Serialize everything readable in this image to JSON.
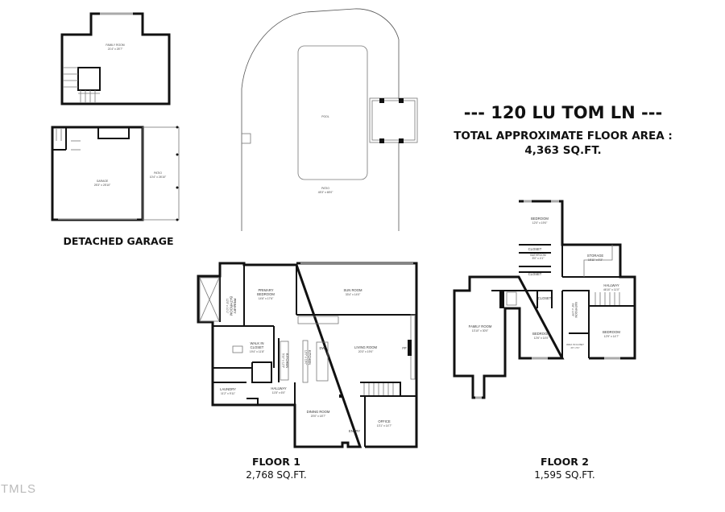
{
  "header": {
    "address": "--- 120 LU TOM LN ---",
    "total_label": "TOTAL APPROXIMATE FLOOR AREA :",
    "total_area": "4,363 SQ.FT."
  },
  "detached_garage": {
    "title": "DETACHED GARAGE",
    "family_room": {
      "name": "FAMILY ROOM",
      "dims": "21'4\" x 25'7\""
    },
    "garage": {
      "name": "GARAGE",
      "dims": "25'3\" x 25'10\""
    },
    "patio": {
      "name": "PATIO",
      "dims": "10'4\" x 26'10\""
    }
  },
  "pool_area": {
    "pool": {
      "name": "POOL"
    },
    "patio": {
      "name": "PATIO",
      "dims": "45'3\" x 65'0\""
    }
  },
  "floor1": {
    "title": "FLOOR 1",
    "area": "2,768 SQ.FT.",
    "primary_bedroom": {
      "name1": "PRIMARY",
      "name2": "BEDROOM",
      "dims": "14'6\" x 17'6\""
    },
    "sun_room": {
      "name": "SUN ROOM",
      "dims": "33'4\" x 14'0\""
    },
    "primary_bathroom": {
      "name1": "PRIMARY",
      "name2": "BATHROOM",
      "dims": "12'5\" x 10'1\""
    },
    "walk_in_closet": {
      "name1": "WALK IN",
      "name2": "CLOSET",
      "dims": "19'4\" x 11'8\""
    },
    "kitchen_small": {
      "name": "KITCHEN",
      "dims": "5'10\" x 11'5\""
    },
    "kitchen": {
      "name": "KITCHEN",
      "dims": "12'0\" x 19'0\""
    },
    "dw": "DW",
    "living_room": {
      "name": "LIVING ROOM",
      "dims": "20'3\" x 19'0\""
    },
    "fp": "FP",
    "laundry": {
      "name": "LAUNDRY",
      "dims": "11'2\" x 9'11\""
    },
    "hallway": {
      "name": "HALLWAY",
      "dims": "11'8\" x 6'0\""
    },
    "dining_room": {
      "name": "DINING ROOM",
      "dims": "20'0\" x 18'7\""
    },
    "office": {
      "name": "OFFICE",
      "dims": "13'1\" x 14'7\""
    },
    "entry": "ENTRY"
  },
  "floor2": {
    "title": "FLOOR 2",
    "area": "1,595 SQ.FT.",
    "bedroom_a": {
      "name": "BEDROOM",
      "dims": "12'0\" x 19'0\""
    },
    "closet_a": "CLOSET",
    "bathroom_a": {
      "name": "BATHROOM",
      "dims": "8'0\" x 4'1\""
    },
    "closet_b": "CLOSET",
    "storage": {
      "name": "STORAGE",
      "dims": "15'11\" x 9'3\""
    },
    "hallway": {
      "name": "HALLWAY",
      "dims": "46'10\" x 11'0\""
    },
    "family_room": {
      "name": "FAMILY ROOM",
      "dims": "13'10\" x 30'0\""
    },
    "closet_c": "CLOSET",
    "bedroom_b": {
      "name": "BEDROOM",
      "dims": "12'6\" x 14'0\""
    },
    "bathroom_b": {
      "name": "BATHROOM",
      "dims": "5'8\" x 10'9\""
    },
    "bedroom_c": {
      "name": "BEDROOM",
      "dims": "12'9\" x 14'7\""
    },
    "walk_in_closet": {
      "name": "WALK IN CLOSET",
      "dims": "4'0\" x 5'1\""
    }
  },
  "logo": "TMLS"
}
